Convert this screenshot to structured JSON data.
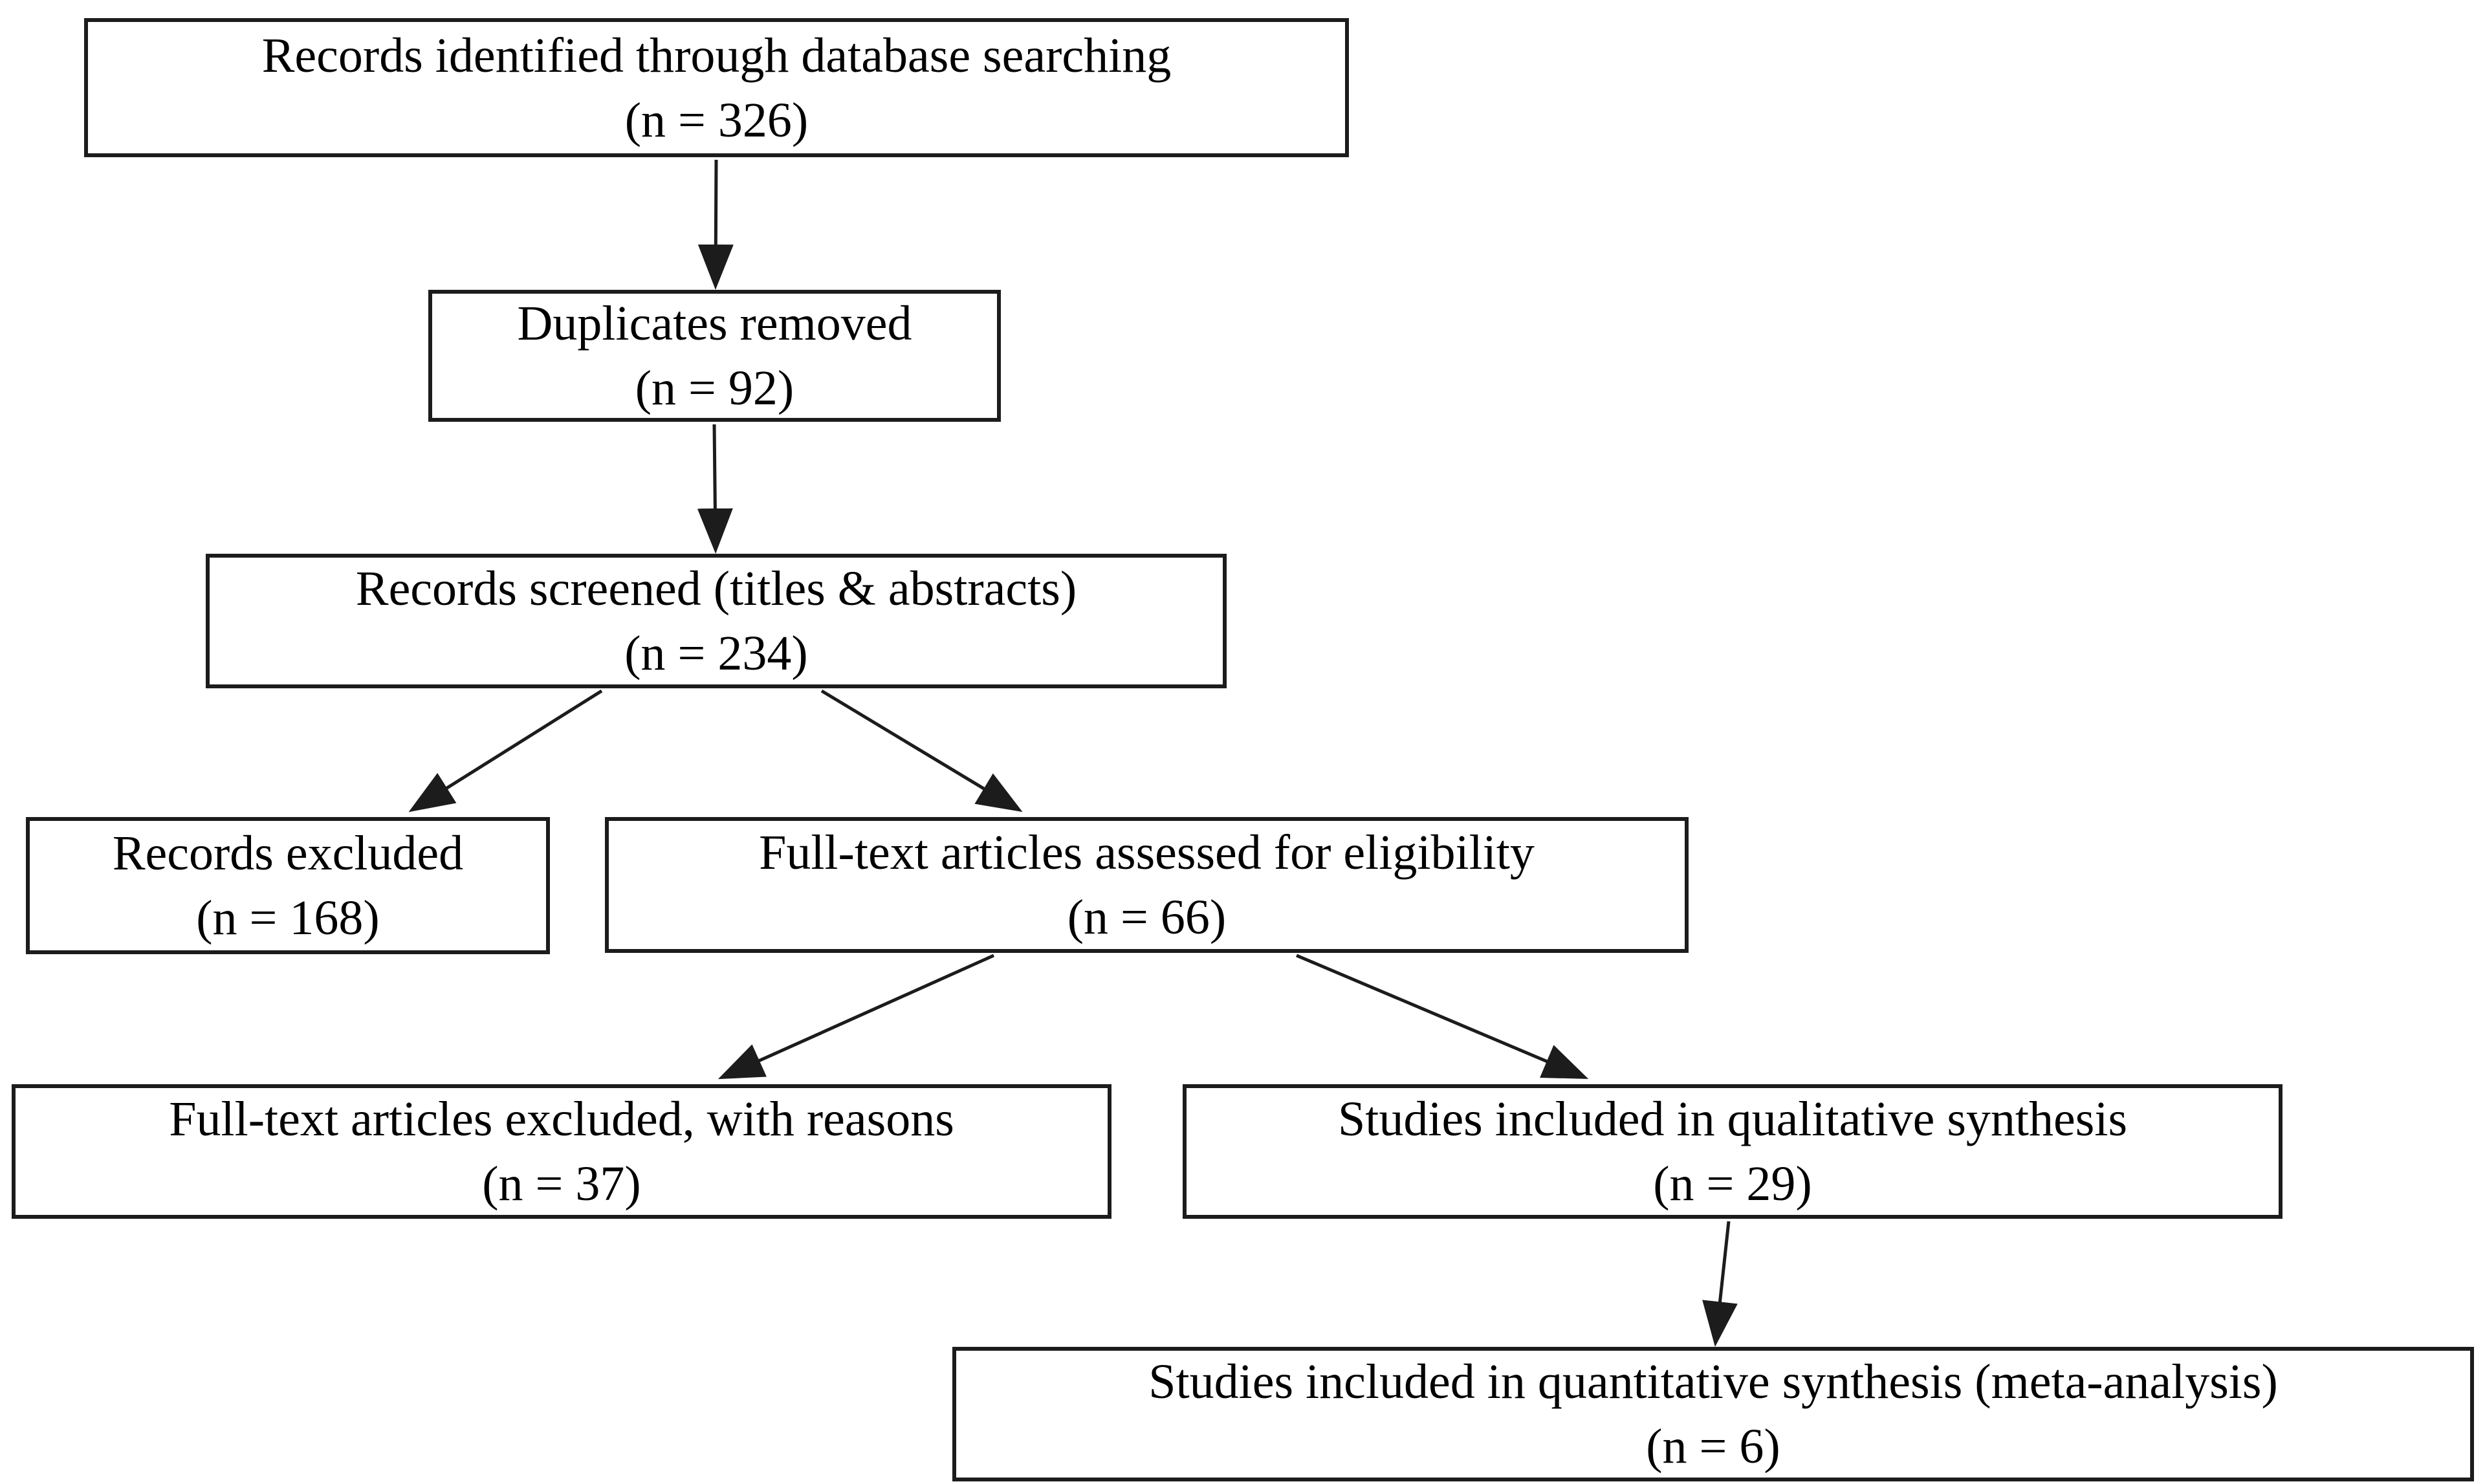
{
  "diagram": {
    "type": "flowchart",
    "kind": "study-selection-flow",
    "colors": {
      "background": "#ffffff",
      "box_border": "#1c1c1c",
      "text": "#000000",
      "arrow": "#1c1c1c"
    },
    "nodes": [
      {
        "id": "identified",
        "label": "Records identified through database searching",
        "count": "(n = 326)"
      },
      {
        "id": "duplicates-removed",
        "label": "Duplicates removed",
        "count": "(n = 92)"
      },
      {
        "id": "screened",
        "label": "Records screened (titles & abstracts)",
        "count": "(n = 234)"
      },
      {
        "id": "records-excluded",
        "label": "Records excluded",
        "count": "(n = 168)"
      },
      {
        "id": "fulltext-assessed",
        "label": "Full-text articles assessed for eligibility",
        "count": "(n = 66)"
      },
      {
        "id": "fulltext-excluded",
        "label": "Full-text articles excluded, with reasons",
        "count": "(n = 37)"
      },
      {
        "id": "qualitative",
        "label": "Studies included in qualitative synthesis",
        "count": "(n = 29)"
      },
      {
        "id": "quantitative",
        "label": "Studies included in quantitative synthesis (meta-analysis)",
        "count": "(n = 6)"
      }
    ],
    "edges": [
      {
        "from": "identified",
        "to": "duplicates-removed"
      },
      {
        "from": "duplicates-removed",
        "to": "screened"
      },
      {
        "from": "screened",
        "to": "records-excluded"
      },
      {
        "from": "screened",
        "to": "fulltext-assessed"
      },
      {
        "from": "fulltext-assessed",
        "to": "fulltext-excluded"
      },
      {
        "from": "fulltext-assessed",
        "to": "qualitative"
      },
      {
        "from": "qualitative",
        "to": "quantitative"
      }
    ]
  }
}
